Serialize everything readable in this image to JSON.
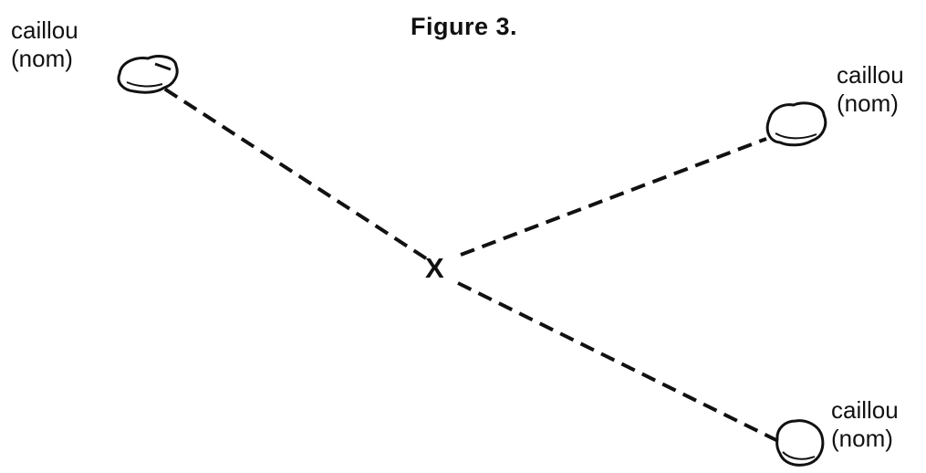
{
  "figure": {
    "title": "Figure 3.",
    "center_mark": "X",
    "stones": [
      {
        "name": "caillou",
        "sub": "(nom)"
      },
      {
        "name": "caillou",
        "sub": "(nom)"
      },
      {
        "name": "caillou",
        "sub": "(nom)"
      }
    ]
  }
}
